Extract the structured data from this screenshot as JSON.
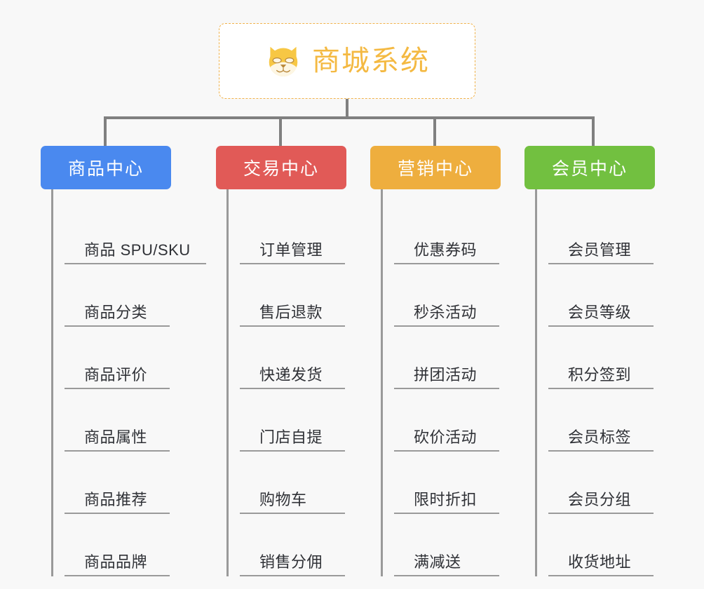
{
  "root": {
    "title": "商城系统",
    "icon": "shiba-dog-face-icon",
    "border_color": "#f0b24a",
    "text_color": "#f4b942"
  },
  "connector_color": "#808080",
  "background_color": "#f8f8f8",
  "columns": [
    {
      "id": "product-center",
      "label": "商品中心",
      "color": "#4a89ef",
      "items": [
        "商品 SPU/SKU",
        "商品分类",
        "商品评价",
        "商品属性",
        "商品推荐",
        "商品品牌"
      ]
    },
    {
      "id": "trade-center",
      "label": "交易中心",
      "color": "#e15a57",
      "items": [
        "订单管理",
        "售后退款",
        "快递发货",
        "门店自提",
        "购物车",
        "销售分佣"
      ]
    },
    {
      "id": "marketing-center",
      "label": "营销中心",
      "color": "#eeae3e",
      "items": [
        "优惠券码",
        "秒杀活动",
        "拼团活动",
        "砍价活动",
        "限时折扣",
        "满减送"
      ]
    },
    {
      "id": "member-center",
      "label": "会员中心",
      "color": "#72c040",
      "items": [
        "会员管理",
        "会员等级",
        "积分签到",
        "会员标签",
        "会员分组",
        "收货地址"
      ]
    }
  ]
}
